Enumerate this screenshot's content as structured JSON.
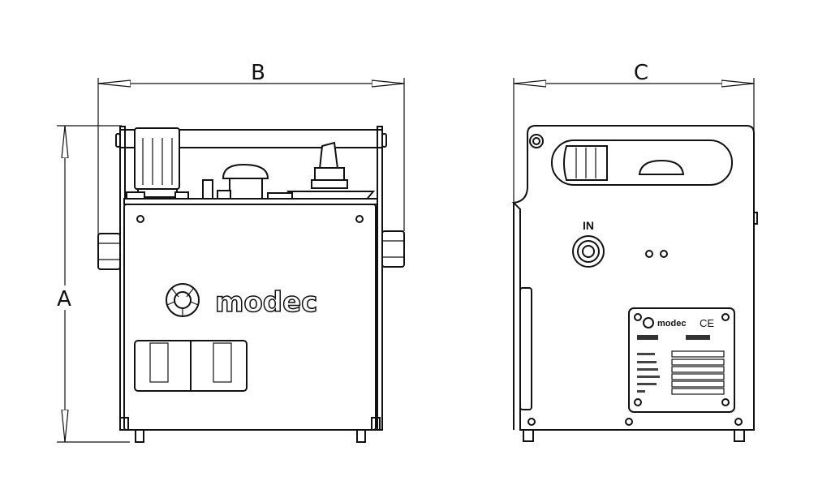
{
  "dimensions": {
    "a_label": "A",
    "b_label": "B",
    "c_label": "C"
  },
  "front_view": {
    "logo_text": "modec"
  },
  "side_view": {
    "inlet_label": "IN",
    "plate_logo_text": "modec",
    "plate_mark": "CE"
  }
}
